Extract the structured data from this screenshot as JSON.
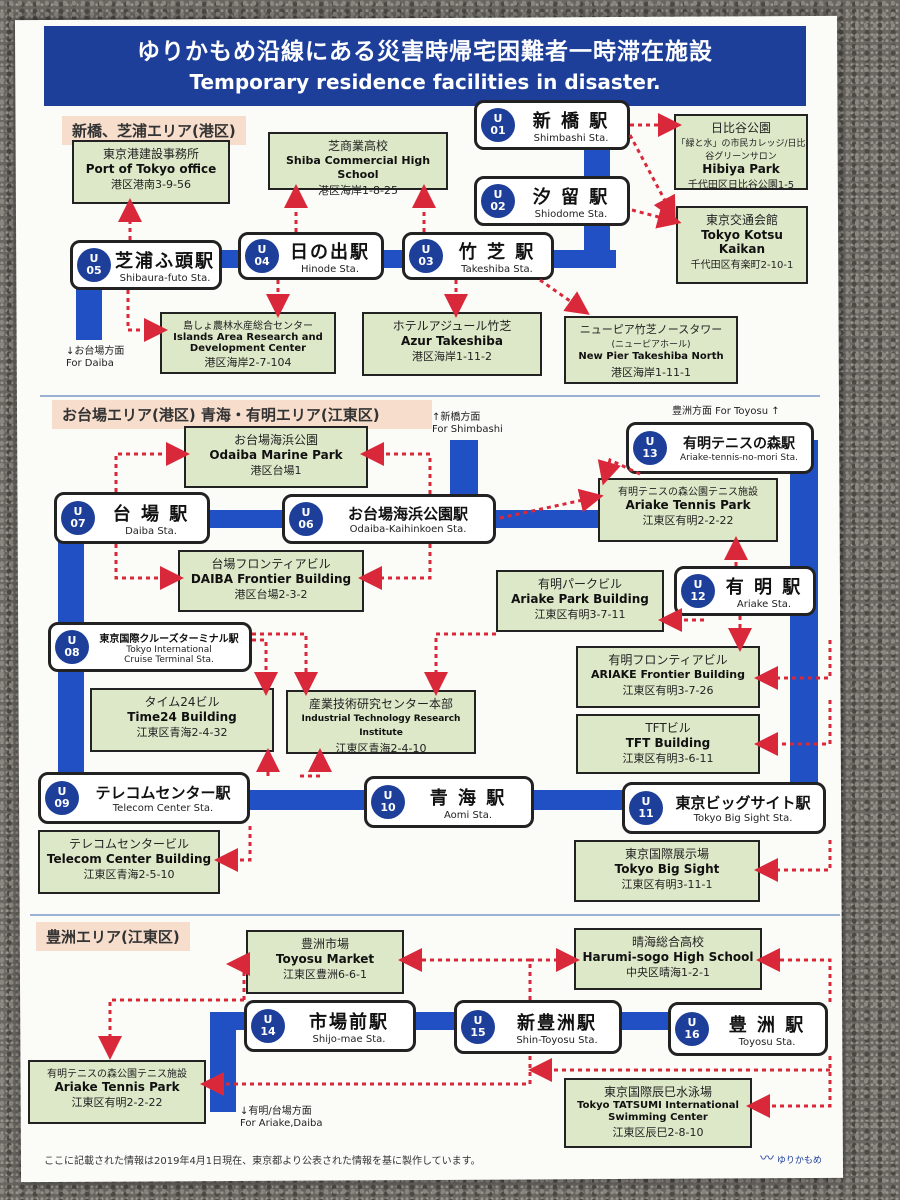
{
  "header": {
    "title_ja": "ゆりかもめ沿線にある災害時帰宅困難者一時滞在施設",
    "title_en": "Temporary residence facilities in disaster."
  },
  "areas": {
    "shimbashi": "新橋、芝浦エリア(港区)",
    "odaiba": "お台場エリア(港区) 青海・有明エリア(江東区)",
    "toyosu": "豊洲エリア(江東区)"
  },
  "directions": {
    "for_daiba_ja": "↓お台場方面",
    "for_daiba_en": "For Daiba",
    "for_shimbashi_ja": "↑新橋方面",
    "for_shimbashi_en": "For Shimbashi",
    "for_toyosu": "豊洲方面 For Toyosu ↑",
    "for_ariake_ja": "↓有明/台場方面",
    "for_ariake_en": "For Ariake,Daiba"
  },
  "stations": {
    "u01": {
      "num": "U\n01",
      "ja": "新 橋 駅",
      "en": "Shimbashi Sta."
    },
    "u02": {
      "num": "U\n02",
      "ja": "汐 留 駅",
      "en": "Shiodome Sta."
    },
    "u03": {
      "num": "U\n03",
      "ja": "竹 芝 駅",
      "en": "Takeshiba Sta."
    },
    "u04": {
      "num": "U\n04",
      "ja": "日の出駅",
      "en": "Hinode Sta."
    },
    "u05": {
      "num": "U\n05",
      "ja": "芝浦ふ頭駅",
      "en": "Shibaura-futo Sta."
    },
    "u06": {
      "num": "U\n06",
      "ja": "お台場海浜公園駅",
      "en": "Odaiba-Kaihinkoen Sta."
    },
    "u07": {
      "num": "U\n07",
      "ja": "台 場 駅",
      "en": "Daiba Sta."
    },
    "u08": {
      "num": "U\n08",
      "ja": "東京国際クルーズターミナル駅",
      "en": "Tokyo International\nCruise Terminal Sta."
    },
    "u09": {
      "num": "U\n09",
      "ja": "テレコムセンター駅",
      "en": "Telecom Center Sta."
    },
    "u10": {
      "num": "U\n10",
      "ja": "青 海 駅",
      "en": "Aomi Sta."
    },
    "u11": {
      "num": "U\n11",
      "ja": "東京ビッグサイト駅",
      "en": "Tokyo Big Sight Sta."
    },
    "u12": {
      "num": "U\n12",
      "ja": "有 明 駅",
      "en": "Ariake Sta."
    },
    "u13": {
      "num": "U\n13",
      "ja": "有明テニスの森駅",
      "en": "Ariake-tennis-no-mori Sta."
    },
    "u14": {
      "num": "U\n14",
      "ja": "市場前駅",
      "en": "Shijo-mae Sta."
    },
    "u15": {
      "num": "U\n15",
      "ja": "新豊洲駅",
      "en": "Shin-Toyosu Sta."
    },
    "u16": {
      "num": "U\n16",
      "ja": "豊 洲 駅",
      "en": "Toyosu Sta."
    }
  },
  "facilities": {
    "port_tokyo": {
      "ja": "東京港建設事務所",
      "en": "Port of Tokyo office",
      "addr": "港区港南3-9-56"
    },
    "shiba_hs": {
      "ja": "芝商業高校",
      "en": "Shiba Commercial High School",
      "addr": "港区海岸1-8-25"
    },
    "hibiya": {
      "ja": "日比谷公園",
      "sub": "「緑と水」の市民カレッジ/日比谷グリーンサロン",
      "en": "Hibiya Park",
      "addr": "千代田区日比谷公園1-5"
    },
    "kotsu": {
      "ja": "東京交通会館",
      "en": "Tokyo Kotsu Kaikan",
      "addr": "千代田区有楽町2-10-1"
    },
    "islands": {
      "ja": "島しょ農林水産総合センター",
      "en": "Islands Area Research and\nDevelopment Center",
      "addr": "港区海岸2-7-104"
    },
    "azur": {
      "ja": "ホテルアジュール竹芝",
      "en": "Azur Takeshiba",
      "addr": "港区海岸1-11-2"
    },
    "newpier": {
      "ja": "ニューピア竹芝ノースタワー",
      "sub": "(ニューピアホール)",
      "en": "New Pier Takeshiba North",
      "addr": "港区海岸1-11-1"
    },
    "marine_park": {
      "ja": "お台場海浜公園",
      "en": "Odaiba Marine Park",
      "addr": "港区台場1"
    },
    "tennis_park": {
      "ja": "有明テニスの森公園テニス施設",
      "en": "Ariake Tennis Park",
      "addr": "江東区有明2-2-22"
    },
    "daiba_frontier": {
      "ja": "台場フロンティアビル",
      "en": "DAIBA Frontier Building",
      "addr": "港区台場2-3-2"
    },
    "ariake_park_bldg": {
      "ja": "有明パークビル",
      "en": "Ariake Park Building",
      "addr": "江東区有明3-7-11"
    },
    "ariake_frontier": {
      "ja": "有明フロンティアビル",
      "en": "ARIAKE Frontier Building",
      "addr": "江東区有明3-7-26"
    },
    "tft": {
      "ja": "TFTビル",
      "en": "TFT Building",
      "addr": "江東区有明3-6-11"
    },
    "time24": {
      "ja": "タイム24ビル",
      "en": "Time24 Building",
      "addr": "江東区青海2-4-32"
    },
    "itri": {
      "ja": "産業技術研究センター本部",
      "en": "Industrial Technology Research Institute",
      "addr": "江東区青海2-4-10"
    },
    "telecom_bldg": {
      "ja": "テレコムセンタービル",
      "en": "Telecom Center Building",
      "addr": "江東区青海2-5-10"
    },
    "big_sight": {
      "ja": "東京国際展示場",
      "en": "Tokyo Big Sight",
      "addr": "江東区有明3-11-1"
    },
    "toyosu_market": {
      "ja": "豊洲市場",
      "en": "Toyosu Market",
      "addr": "江東区豊洲6-6-1"
    },
    "harumi_hs": {
      "ja": "晴海総合高校",
      "en": "Harumi-sogo High School",
      "addr": "中央区晴海1-2-1"
    },
    "tennis_park2": {
      "ja": "有明テニスの森公園テニス施設",
      "en": "Ariake Tennis Park",
      "addr": "江東区有明2-2-22"
    },
    "tatsumi": {
      "ja": "東京国際辰巳水泳場",
      "en": "Tokyo TATSUMI International\nSwimming Center",
      "addr": "江東区辰巳2-8-10"
    }
  },
  "footer": "ここに記載された情報は2019年4月1日現在、東京都より公表された情報を基に製作しています。",
  "logo": "ゆりかもめ",
  "colors": {
    "navy": "#1d3f9a",
    "route": "#2050c4",
    "arrow": "#d8283a",
    "box": "#dde8c8",
    "area": "#f6ddcc"
  }
}
